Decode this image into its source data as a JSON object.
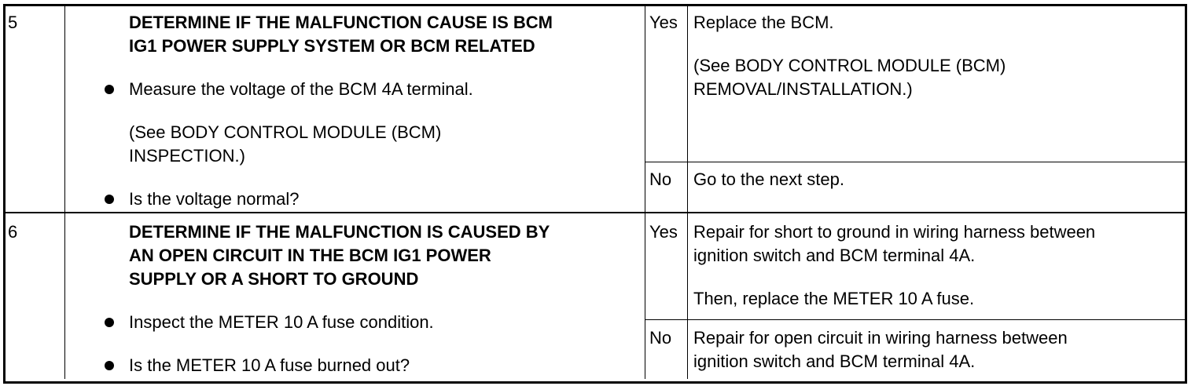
{
  "steps": [
    {
      "number": "5",
      "title_lines": [
        "DETERMINE IF THE MALFUNCTION CAUSE IS BCM",
        "IG1 POWER SUPPLY SYSTEM OR BCM RELATED"
      ],
      "items": [
        "Measure the voltage of the BCM 4A terminal.",
        "Is the voltage normal?"
      ],
      "ref_lines": [
        "(See BODY CONTROL MODULE (BCM)",
        "INSPECTION.)"
      ],
      "yes_label": "Yes",
      "yes_lines": [
        "Replace the BCM."
      ],
      "yes_ref_lines": [
        "(See BODY CONTROL MODULE (BCM)",
        "REMOVAL/INSTALLATION.)"
      ],
      "no_label": "No",
      "no_lines": [
        "Go to the next step."
      ]
    },
    {
      "number": "6",
      "title_lines": [
        "DETERMINE IF THE MALFUNCTION IS CAUSED BY",
        "AN OPEN CIRCUIT IN THE BCM IG1 POWER",
        "SUPPLY OR A SHORT TO GROUND"
      ],
      "items": [
        "Inspect the METER 10 A fuse condition.",
        "Is the METER 10 A fuse burned out?"
      ],
      "yes_label": "Yes",
      "yes_lines": [
        "Repair for short to ground in wiring harness between",
        "ignition switch  and BCM terminal 4A."
      ],
      "yes_extra": "Then, replace the METER 10 A fuse.",
      "no_label": "No",
      "no_lines": [
        "Repair for open circuit in wiring harness between",
        "ignition switch and BCM terminal 4A."
      ]
    }
  ]
}
